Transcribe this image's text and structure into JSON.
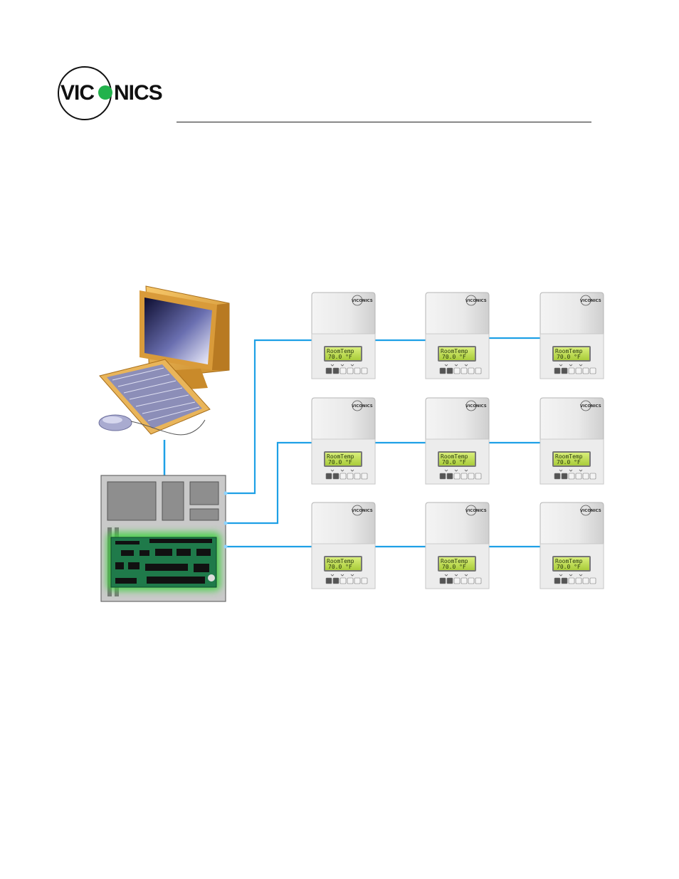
{
  "header": {
    "brand": "VICONICS"
  },
  "thermostat": {
    "brand": "VICONICS",
    "line1": "RoomTemp",
    "line2": "70.0 °F"
  },
  "colors": {
    "link": "#1ea0e6",
    "board_glow": "#2ec92e",
    "logo_green": "#22b24c"
  }
}
